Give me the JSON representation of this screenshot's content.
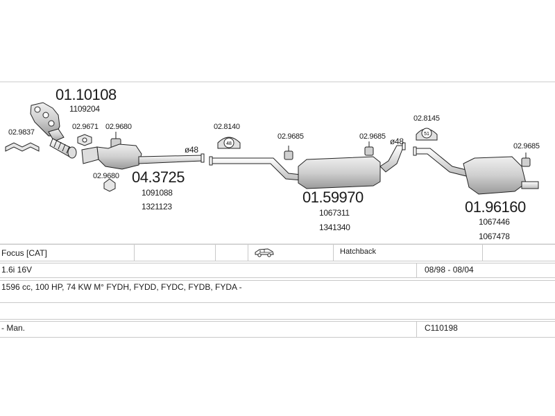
{
  "parts": {
    "manifold_set": "01.10108",
    "manifold_sub": "1109204",
    "gasket_left": "02.9837",
    "gasket_a": "02.9671",
    "gasket_b": "02.9680",
    "gasket_c": "02.9680",
    "catalyst": "04.3725",
    "catalyst_sub1": "1091088",
    "catalyst_sub2": "1321123",
    "diameter_1": "ø48",
    "hanger_48": "02.8140",
    "clamp_mid_left": "02.9685",
    "clamp_mid_right": "02.9685",
    "diameter_2": "ø48",
    "middle_silencer": "01.59970",
    "middle_sub1": "1067311",
    "middle_sub2": "1341340",
    "hanger_51": "02.8145",
    "clamp_rear": "02.9685",
    "rear_silencer": "01.96160",
    "rear_sub1": "1067446",
    "rear_sub2": "1067478",
    "hanger_48_text": "48",
    "hanger_51_text": "51"
  },
  "vehicle": {
    "model": "Focus  [CAT]",
    "body": "Hatchback",
    "engine": "1.6i 16V",
    "years": "08/98 - 08/04",
    "spec": "1596 cc, 100 HP, 74 KW M° FYDH, FYDD, FYDC, FYDB, FYDA -",
    "gearbox": "- Man.",
    "code": "C110198"
  },
  "icons": {
    "body_icon": "hatchback-car-icon"
  },
  "colors": {
    "line": "#222222",
    "grid": "#c8c8c8",
    "fill": "#d4d4d4"
  }
}
